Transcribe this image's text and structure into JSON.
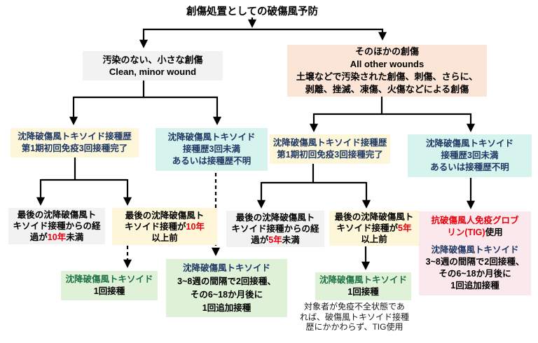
{
  "title": "創傷処置としての破傷風予防",
  "colors": {
    "box_gray": "#F2F2F2",
    "box_tan": "#FBE5D6",
    "box_yellow": "#FDF6D8",
    "box_cyan": "#D6F3EE",
    "box_green": "#DFF2D7",
    "box_pink": "#FBE8EC",
    "text_navy": "#1F3864",
    "text_red": "#E8000D",
    "text_green": "#1E7145",
    "line_black": "#000000"
  },
  "nodes": {
    "clean": {
      "l1": "汚染のない、小さな創傷",
      "l2": "Clean, minor wound"
    },
    "other": {
      "l1": "そのほかの創傷",
      "l2": "All other wounds",
      "l3": "土壌などで汚染された創傷、刺傷、さらに、",
      "l4": "剥離、挫滅、凍傷、火傷などによる創傷"
    },
    "hist3_left": {
      "l1": "沈降破傷風トキソイド接種歴",
      "l2": "第1期初回免疫3回接種完了"
    },
    "hist_lt3_left": {
      "l1": "沈降破傷風トキソイド",
      "l2": "接種歴3回未満",
      "l3": "あるいは接種歴不明"
    },
    "hist3_right": {
      "l1": "沈降破傷風トキソイド接種歴",
      "l2": "第1期初回免疫3回接種完了"
    },
    "hist_lt3_right": {
      "l1": "沈降破傷風トキソイド",
      "l2": "接種歴3回未満",
      "l3": "あるいは接種歴不明"
    },
    "last_under10": {
      "l1": "最後の沈降破傷風ト",
      "l2": "キソイド接種からの経",
      "l3_pre": "過が",
      "l3_em": "10年",
      "l3_post": "未満"
    },
    "last_over10": {
      "l1": "最後の沈降破傷風ト",
      "l2_pre": "キソイド接種が",
      "l2_em": "10年",
      "l3": "以上前"
    },
    "last_under5": {
      "l1": "最後の沈降破傷風ト",
      "l2": "キソイド接種からの経",
      "l3_pre": "過が",
      "l3_em": "5年",
      "l3_post": "未満"
    },
    "last_over5": {
      "l1": "最後の沈降破傷風ト",
      "l2_pre": "キソイド接種が",
      "l2_em": "5年",
      "l3": "以上前"
    },
    "tig": {
      "l1": "抗破傷風人免疫グロブ",
      "l2_em": "リン(TIG)",
      "l2_post": "使用",
      "l3": "沈降破傷風トキソイド",
      "l4": "3~8週の間隔で2回接種、",
      "l5": "その6~18か月後に",
      "l6": "1回追加接種"
    },
    "single_left": {
      "l1": "沈降破傷風トキソイド",
      "l2": "1回接種"
    },
    "series_mid": {
      "l1": "沈降破傷風トキソイド",
      "l2": "3~8週の間隔で2回接種、",
      "l3": "その6~18か月後に",
      "l4": "1回追加接種"
    },
    "single_right": {
      "l1": "沈降破傷風トキソイド",
      "l2": "1回接種"
    },
    "note": {
      "l1": "対象者が免疫不全状態であ",
      "l2": "れば、破傷風トキソイド接種",
      "l3": "歴にかかわらず、TIG使用"
    }
  }
}
